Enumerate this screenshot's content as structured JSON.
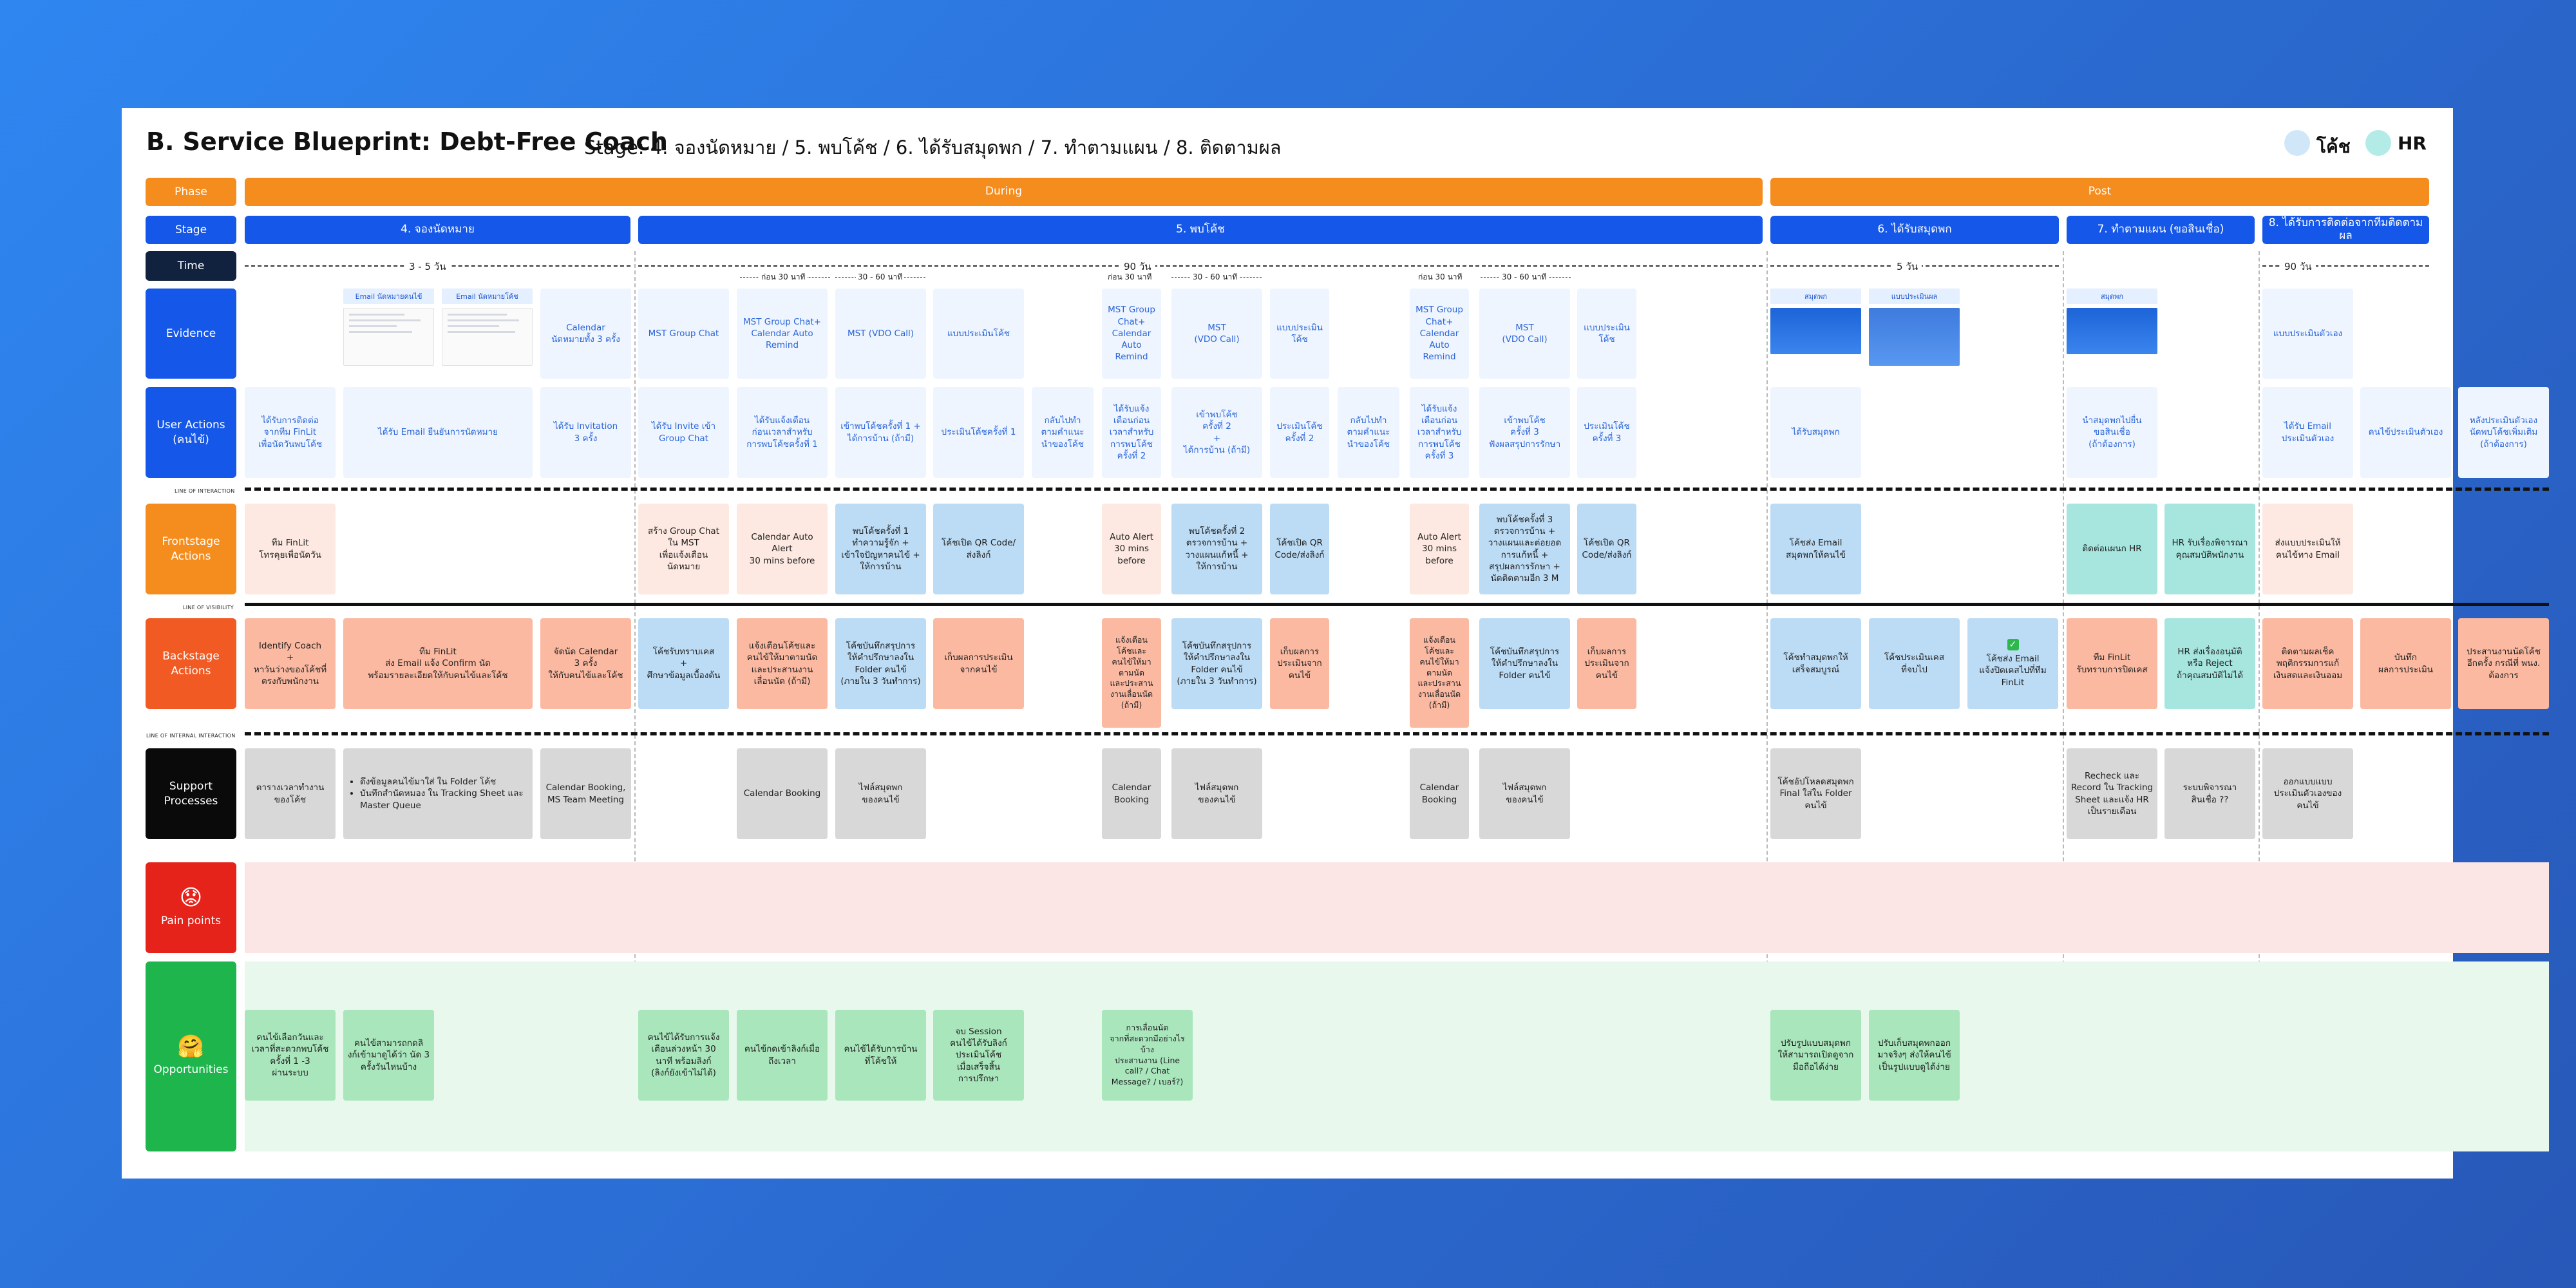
{
  "header": {
    "title": "B. Service Blueprint: Debt-Free Coach",
    "subtitle": "Stage: 4. จองนัดหมาย / 5. พบโค้ช / 6. ได้รับสมุดพก / 7. ทำตามแผน / 8. ติดตามผล"
  },
  "legend": [
    {
      "label": "โค้ช",
      "color": "#cfe7f8"
    },
    {
      "label": "HR",
      "color": "#b3ebe6"
    }
  ],
  "rows": {
    "phase": "Phase",
    "stage": "Stage",
    "time": "Time",
    "evidence": "Evidence",
    "user_actions": "User Actions\n(คนไข้)",
    "frontstage": "Frontstage\nActions",
    "backstage": "Backstage\nActions",
    "support": "Support\nProcesses",
    "pain": "Pain points",
    "opportunities": "Opportunities"
  },
  "icons": {
    "pain": "worried-face-icon",
    "opportunities": "hugging-face-icon",
    "check": "check-mark-icon"
  },
  "line_labels": {
    "interaction": "LINE OF INTERACTION",
    "visibility": "LINE OF VISIBILITY",
    "internal": "LINE OF INTERNAL INTERACTION"
  },
  "phases": [
    "During",
    "Post"
  ],
  "stages": [
    "4. จองนัดหมาย",
    "5. พบโค้ช",
    "6. ได้รับสมุดพก",
    "7. ทำตามแผน (ขอสินเชื่อ)",
    "8. ได้รับการติดต่อจากทีมติดตามผล"
  ],
  "time": {
    "t1": "3 - 5 วัน",
    "t2": "90 วัน",
    "t3": "ก่อน 30 นาที",
    "t4": "30 - 60 นาที",
    "t5": "ก่อน 30 นาที",
    "t6": "30 - 60 นาที",
    "t7": "ก่อน 30 นาที",
    "t8": "30 - 60 นาที",
    "t9": "5 วัน",
    "t10": "90 วัน"
  },
  "evidence": {
    "email1": "Email นัดหมายคนไข้",
    "email2": "Email นัดหมายโค้ช",
    "c4": "Calendar\nนัดหมายทั้ง 3 ครั้ง",
    "c5": "MST Group Chat",
    "c6": "MST Group Chat+\nCalendar Auto\nRemind",
    "c7": "MST (VDO Call)",
    "c8": "แบบประเมินโค้ช",
    "c9": "MST Group\nChat+\nCalendar\nAuto\nRemind",
    "c10": "MST\n(VDO Call)",
    "c11": "แบบประเมิน\nโค้ช",
    "c12": "MST Group\nChat+\nCalendar\nAuto\nRemind",
    "c13": "MST\n(VDO Call)",
    "c14": "แบบประเมิน\nโค้ช",
    "s1": "สมุดพก",
    "s2": "แบบประเมินผล",
    "s3": "สมุดพก",
    "c18": "แบบประเมินตัวเอง"
  },
  "user_actions": {
    "u1": "ได้รับการติดต่อ\nจากทีม FinLit\nเพื่อนัดวันพบโค้ช",
    "u2": "ได้รับ Email ยืนยันการนัดหมาย",
    "u3": "ได้รับ Invitation\n3 ครั้ง",
    "u4": "ได้รับ Invite เข้า\nGroup Chat",
    "u5": "ได้รับแจ้งเตือน\nก่อนเวลาสำหรับ\nการพบโค้ชครั้งที่ 1",
    "u6": "เข้าพบโค้ชครั้งที่ 1 +\nได้การบ้าน (ถ้ามี)",
    "u7": "ประเมินโค้ชครั้งที่ 1",
    "u8": "กลับไปทำ\nตามคำแนะ\nนำของโค้ช",
    "u9": "ได้รับแจ้ง\nเตือนก่อน\nเวลาสำหรับ\nการพบโค้ช\nครั้งที่ 2",
    "u10": "เข้าพบโค้ช\nครั้งที่ 2\n+\nได้การบ้าน (ถ้ามี)",
    "u11": "ประเมินโค้ช\nครั้งที่ 2",
    "u12": "กลับไปทำ\nตามคำแนะ\nนำของโค้ช",
    "u13": "ได้รับแจ้ง\nเตือนก่อน\nเวลาสำหรับ\nการพบโค้ช\nครั้งที่ 3",
    "u14": "เข้าพบโค้ช\nครั้งที่ 3\nฟังผลสรุปการรักษา",
    "u15": "ประเมินโค้ช\nครั้งที่ 3",
    "u16": "ได้รับสมุดพก",
    "u17": "นำสมุดพกไปยื่น\nขอสินเชื่อ\n(ถ้าต้องการ)",
    "u18": "ได้รับ Email\nประเมินตัวเอง",
    "u19": "คนไข้ประเมินตัวเอง",
    "u20": "หลังประเมินตัวเอง\nนัดพบโค้ชเพิ่มเติม\n(ถ้าต้องการ)"
  },
  "frontstage": {
    "f1": "ทีม FinLit\nโทรคุยเพื่อนัดวัน",
    "f2": "สร้าง Group Chat\nใน MST\nเพื่อแจ้งเตือน\nนัดหมาย",
    "f3": "Calendar Auto Alert\n30 mins before",
    "f4": "พบโค้ชครั้งที่ 1\nทำความรู้จัก +\nเข้าใจปัญหาคนไข้ +\nให้การบ้าน",
    "f5": "โค้ชเปิด QR Code/\nส่งลิงก์",
    "f6": "Auto Alert\n30 mins\nbefore",
    "f7": "พบโค้ชครั้งที่ 2\nตรวจการบ้าน +\nวางแผนแก้หนี้ +\nให้การบ้าน",
    "f8": "โค้ชเปิด QR\nCode/ส่งลิงก์",
    "f9": "Auto Alert\n30 mins\nbefore",
    "f10": "พบโค้ชครั้งที่ 3\nตรวจการบ้าน +\nวางแผนและต่อยอด\nการแก้หนี้ +\nสรุปผลการรักษา +\nนัดติดตามอีก 3 M",
    "f11": "โค้ชเปิด QR\nCode/ส่งลิงก์",
    "f12": "โค้ชส่ง Email\nสมุดพกให้คนไข้",
    "f13": "ติดต่อแผนก HR",
    "f14": "HR รับเรื่องพิจารณา\nคุณสมบัติพนักงาน",
    "f15": "ส่งแบบประเมินให้\nคนไข้ทาง Email"
  },
  "backstage": {
    "b1": "Identify Coach\n+\nหาวันว่างของโค้ชที่\nตรงกับพนักงาน",
    "b2": "ทีม FinLit\nส่ง Email แจ้ง Confirm นัด\nพร้อมรายละเอียดให้กับคนไข้และโค้ช",
    "b3": "จัดนัด Calendar\n3 ครั้ง\nให้กับคนไข้และโค้ช",
    "b4": "โค้ชรับทราบเคส\n+\nศึกษาข้อมูลเบื้องต้น",
    "b5": "แจ้งเตือนโค้ชและ\nคนไข้ให้มาตามนัด\nและประสานงาน\nเลื่อนนัด (ถ้ามี)",
    "b6": "โค้ชบันทึกสรุปการ\nให้คำปรึกษาลงใน\nFolder คนไข้\n(ภายใน 3 วันทำการ)",
    "b7": "เก็บผลการประเมิน\nจากคนไข้",
    "b8": "แจ้งเตือน\nโค้ชและ\nคนไข้ให้มา\nตามนัด\nและประสาน\nงานเลื่อนนัด\n(ถ้ามี)",
    "b9": "โค้ชบันทึกสรุปการ\nให้คำปรึกษาลงใน\nFolder คนไข้\n(ภายใน 3 วันทำการ)",
    "b10": "เก็บผลการ\nประเมินจาก\nคนไข้",
    "b11": "แจ้งเตือน\nโค้ชและ\nคนไข้ให้มา\nตามนัด\nและประสาน\nงานเลื่อนนัด\n(ถ้ามี)",
    "b12": "โค้ชบันทึกสรุปการ\nให้คำปรึกษาลงใน\nFolder คนไข้",
    "b13": "เก็บผลการ\nประเมินจาก\nคนไข้",
    "b14": "โค้ชทำสมุดพกให้\nเสร็จสมบูรณ์",
    "b15": "โค้ชประเมินเคส\nที่จบไป",
    "b16": "โค้ชส่ง Email\nแจ้งปิดเคสไปที่ทีม\nFinLit",
    "b17": "ทีม FinLit\nรับทราบการปิดเคส",
    "b18": "HR ส่งเรื่องอนุมัติ\nหรือ Reject\nถ้าคุณสมบัติไม่ได้",
    "b19": "ติดตามผลเช็ค\nพฤติกรรมการแก้\nเงินสดและเงินออม",
    "b20": "บันทึก\nผลการประเมิน",
    "b21": "ประสานงานนัดโค้ช\nอีกครั้ง กรณีที่ พนง.\nต้องการ"
  },
  "support": {
    "p1": "ตารางเวลาทำงาน\nของโค้ช",
    "p2a": "ดึงข้อมูลคนไข้มาใส่ ใน Folder โค้ช",
    "p2b": "บันทึกสำนัดหมอง ใน Tracking Sheet และ Master Queue",
    "p3": "Calendar Booking,\nMS Team Meeting",
    "p4": "Calendar Booking",
    "p5": "ไฟล์สมุดพก\nของคนไข้",
    "p6": "Calendar\nBooking",
    "p7": "ไฟล์สมุดพก\nของคนไข้",
    "p8": "Calendar\nBooking",
    "p9": "ไฟล์สมุดพก\nของคนไข้",
    "p10": "โค้ชอัปโหลดสมุดพก\nFinal ใส่ใน Folder\nคนไข้",
    "p11": "Recheck และ\nRecord ใน Tracking\nSheet และแจ้ง HR\nเป็นรายเดือน",
    "p12": "ระบบพิจารณา\nสินเชื่อ ??",
    "p13": "ออกแบบแบบ\nประเมินตัวเองของ\nคนไข้"
  },
  "opportunities": {
    "o1": "คนไข้เลือกวันและ\nเวลาที่สะดวกพบโค้ช\nครั้งที่ 1 -3\nผ่านระบบ",
    "o2": "คนไข้สามารถกดลิ\nงก์เข้ามาดูได้ว่า นัด 3\nครั้งวันไหนบ้าง",
    "o3": "คนไข้ได้รับการแจ้ง\nเตือนล่วงหน้า 30\nนาที พร้อมลิงก์\n(ลิงก์ยังเข้าไม่ได้)",
    "o4": "คนไข้กดเข้าลิงก์เมื่อ\nถึงเวลา",
    "o5": "คนไข้ได้รับการบ้าน\nที่โค้ชให้",
    "o6": "จบ Session\nคนไข้ได้รับลิงก์\nประเมินโค้ช\nเมื่อเสร็จสิ้น\nการปรึกษา",
    "o7": "การเลื่อนนัด\nจากที่สะดวกมีอย่างไรบ้าง\nประสานงาน (Line\ncall? / Chat\nMessage? / เบอร์?)",
    "o8": "ปรับรูปแบบสมุดพก\nให้สามารถเปิดดูจาก\nมือถือได้ง่าย",
    "o9": "ปรับเก็บสมุดพกออก\nมาจริงๆ ส่งให้คนไข้\nเป็นรูปแบบดูได้ง่าย"
  }
}
